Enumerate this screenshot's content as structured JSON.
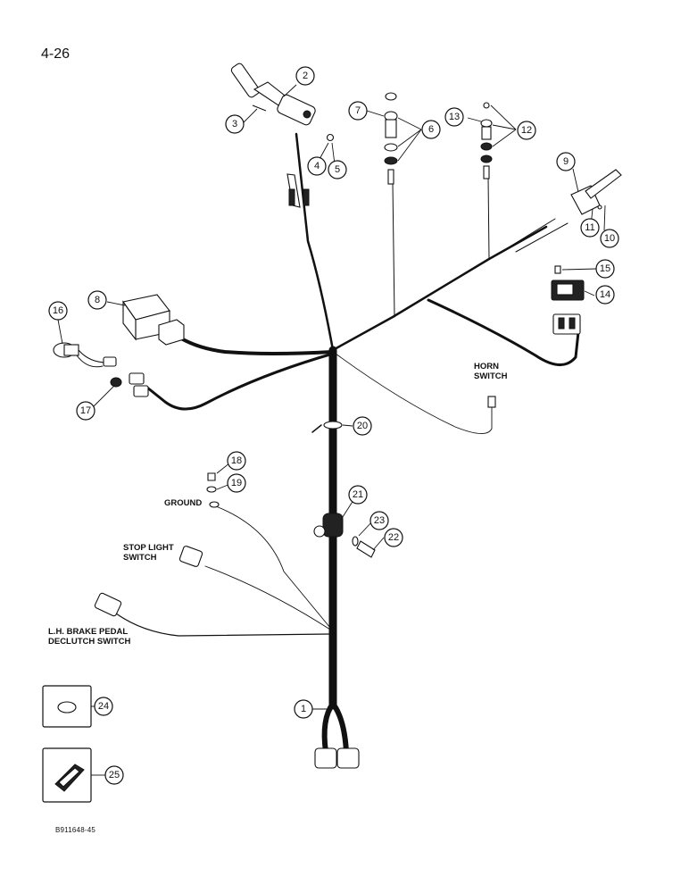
{
  "page_number": "4-26",
  "figure_code": "B911648-45",
  "labels": {
    "horn_switch": [
      "HORN",
      "SWITCH"
    ],
    "ground": "GROUND",
    "stop_light_switch": [
      "STOP LIGHT",
      "SWITCH"
    ],
    "lh_brake": [
      "L.H. BRAKE PEDAL",
      "DECLUTCH SWITCH"
    ]
  },
  "callouts": [
    "1",
    "2",
    "3",
    "4",
    "5",
    "6",
    "7",
    "8",
    "9",
    "10",
    "11",
    "12",
    "13",
    "14",
    "15",
    "16",
    "17",
    "18",
    "19",
    "20",
    "21",
    "22",
    "23",
    "24",
    "25"
  ]
}
